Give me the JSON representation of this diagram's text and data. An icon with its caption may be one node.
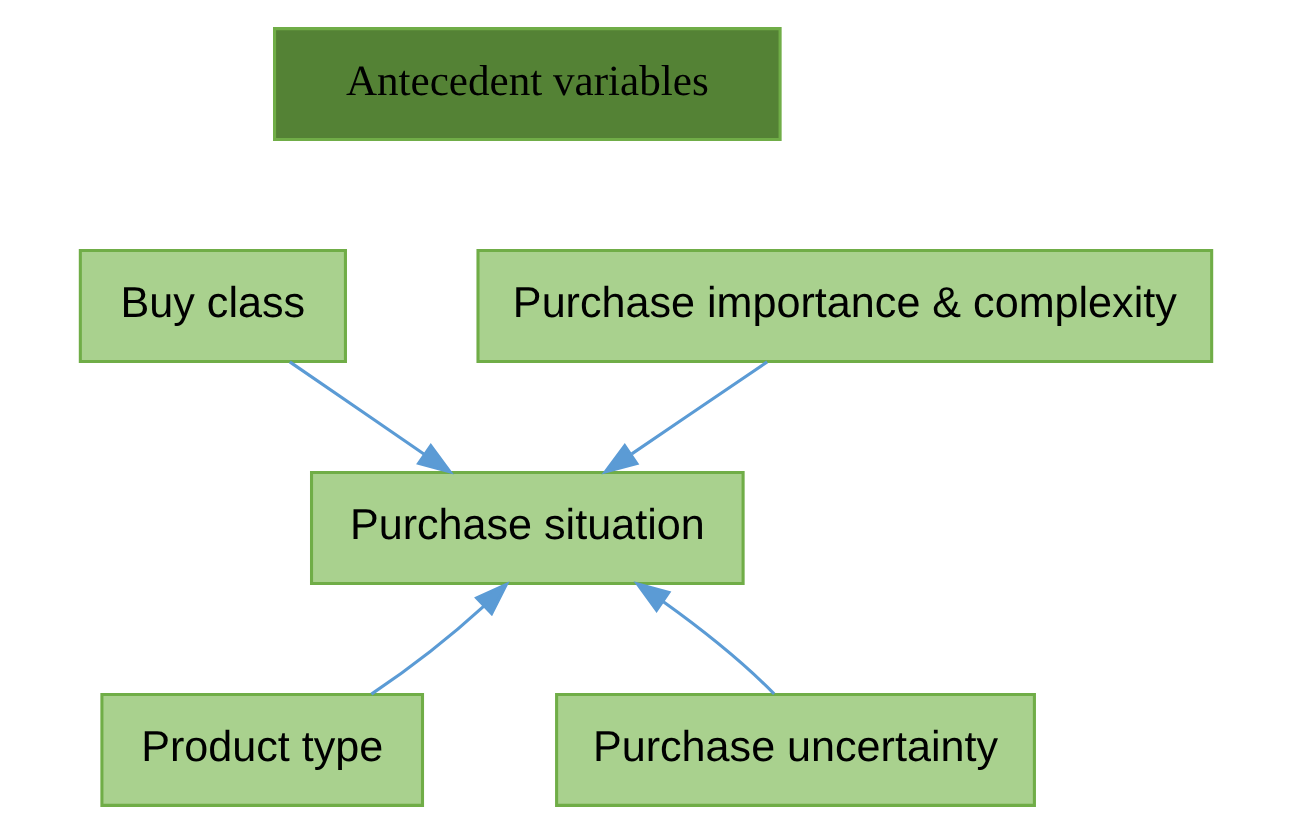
{
  "diagram": {
    "nodes": [
      {
        "text": [
          "Antecedent variables"
        ]
      },
      {
        "text": [
          "Buy class"
        ]
      },
      {
        "text": [
          "Purchase importance & complexity"
        ]
      },
      {
        "text": [
          "Purchase situation"
        ]
      },
      {
        "text": [
          "Product type"
        ]
      },
      {
        "text": [
          "Purchase uncertainty"
        ]
      }
    ],
    "edges": [
      {
        "from": 1,
        "to": 3,
        "arrow": "to",
        "color": "#5b9bd5"
      },
      {
        "from": 2,
        "to": 3,
        "arrow": "to",
        "color": "#5b9bd5"
      },
      {
        "from": 4,
        "to": 3,
        "arrow": "to",
        "color": "#5b9bd5"
      },
      {
        "from": 5,
        "to": 3,
        "arrow": "to",
        "color": "#5b9bd5"
      }
    ]
  }
}
